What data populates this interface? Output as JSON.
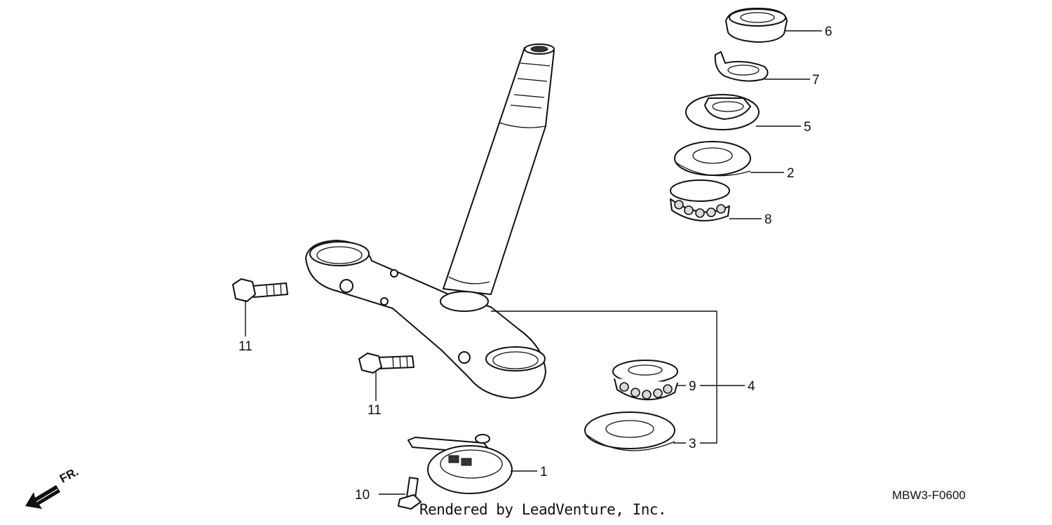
{
  "callouts": [
    {
      "id": "1",
      "label": "1"
    },
    {
      "id": "2",
      "label": "2"
    },
    {
      "id": "3",
      "label": "3"
    },
    {
      "id": "4",
      "label": "4"
    },
    {
      "id": "5",
      "label": "5"
    },
    {
      "id": "6",
      "label": "6"
    },
    {
      "id": "7",
      "label": "7"
    },
    {
      "id": "8",
      "label": "8"
    },
    {
      "id": "9",
      "label": "9"
    },
    {
      "id": "10",
      "label": "10"
    },
    {
      "id": "11a",
      "label": "11"
    },
    {
      "id": "11b",
      "label": "11"
    }
  ],
  "direction_label": "FR.",
  "diagram_code": "MBW3-F0600",
  "footer_credit": "Rendered by LeadVenture, Inc."
}
